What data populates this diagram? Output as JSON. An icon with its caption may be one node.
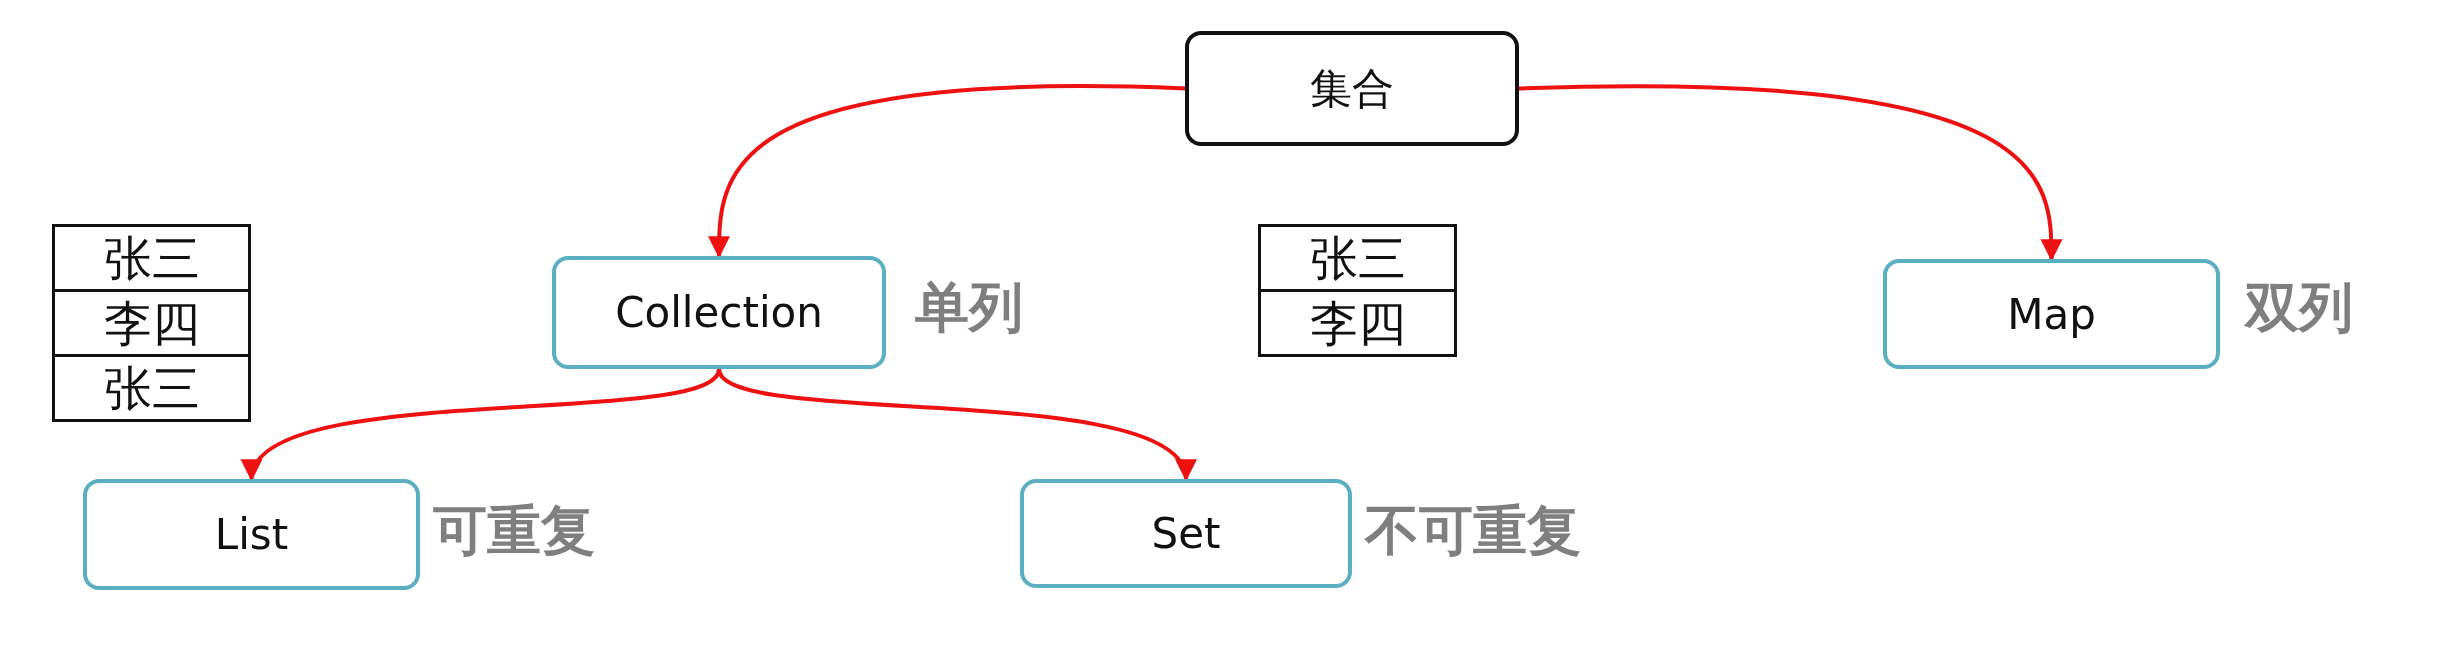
{
  "diagram": {
    "nodes": [
      {
        "text": [
          "集合"
        ]
      },
      {
        "text": [
          "Collection"
        ],
        "beside": [
          "单列"
        ]
      },
      {
        "text": [
          "Map"
        ],
        "beside": [
          "双列"
        ]
      },
      {
        "text": [
          "List"
        ],
        "beside": [
          "可重复"
        ]
      },
      {
        "text": [
          "Set"
        ],
        "beside": [
          "不可重复"
        ]
      }
    ],
    "edges": [
      {
        "from": 0,
        "to": 1,
        "arrow": "to"
      },
      {
        "from": 0,
        "to": 2,
        "arrow": "to"
      },
      {
        "from": 1,
        "to": 3,
        "arrow": "to"
      },
      {
        "from": 1,
        "to": 4,
        "arrow": "to"
      }
    ],
    "labels": [
      "张三",
      "李四",
      "张三",
      "张三",
      "李四"
    ]
  }
}
